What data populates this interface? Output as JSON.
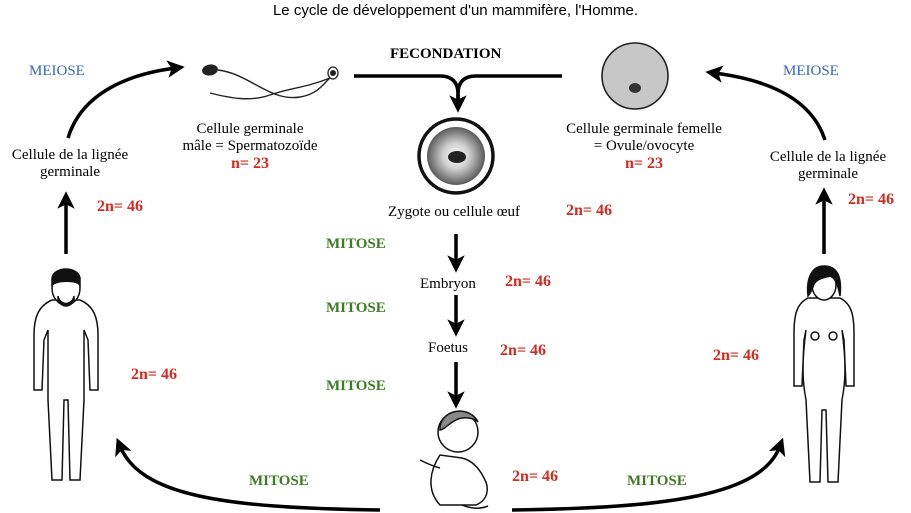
{
  "title": "Le cycle de développement d'un mammifère, l'Homme.",
  "colors": {
    "ploidy": "#d42a1f",
    "mitose": "#3c7d23",
    "meiose": "#3366cc"
  },
  "fecondation": "FECONDATION",
  "meiose_left": "MEIOSE",
  "meiose_right": "MEIOSE",
  "male_cell": {
    "line1": "Cellule germinale",
    "line2": "mâle = Spermatozoïde",
    "ploidy": "n= 23"
  },
  "female_cell": {
    "line1": "Cellule germinale femelle",
    "line2": "= Ovule/ovocyte",
    "ploidy": "n= 23"
  },
  "left_line": {
    "line1": "Cellule de la lignée",
    "line2": "germinale",
    "ploidy": "2n= 46"
  },
  "right_line": {
    "line1": "Cellule de la lignée",
    "line2": "germinale",
    "ploidy": "2n= 46"
  },
  "zygote": {
    "label": "Zygote ou cellule œuf",
    "ploidy": "2n= 46"
  },
  "embryon": {
    "label": "Embryon",
    "ploidy": "2n= 46"
  },
  "foetus": {
    "label": "Foetus",
    "ploidy": "2n= 46"
  },
  "baby": {
    "ploidy": "2n= 46"
  },
  "man": {
    "ploidy": "2n= 46"
  },
  "woman": {
    "ploidy": "2n= 46"
  },
  "mitose_labels": [
    "MITOSE",
    "MITOSE",
    "MITOSE",
    "MITOSE",
    "MITOSE"
  ]
}
